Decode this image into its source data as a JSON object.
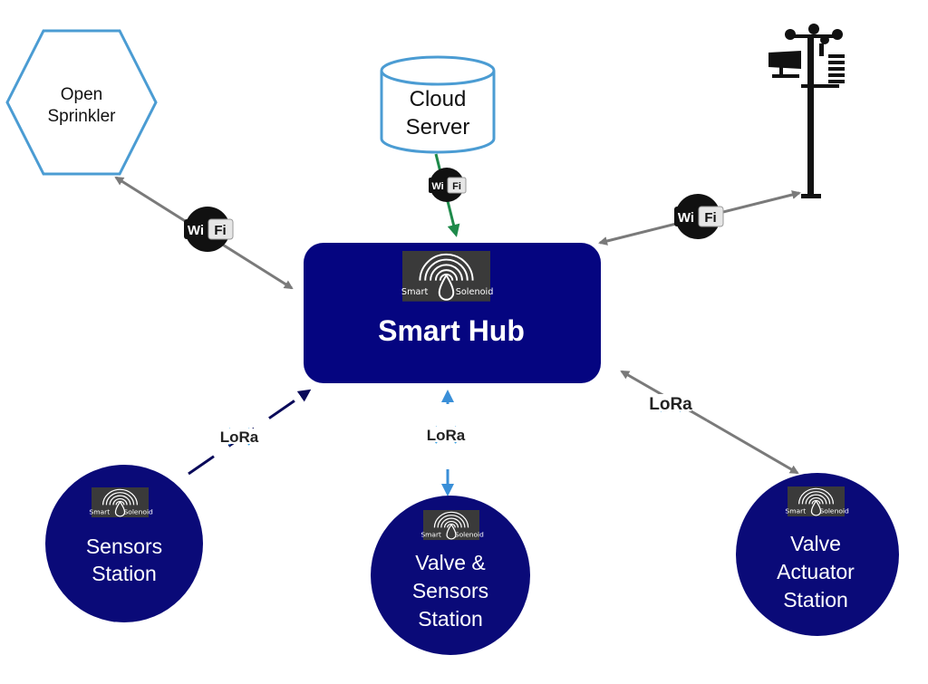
{
  "nodes": {
    "open_sprinkler": {
      "line1": "Open",
      "line2": "Sprinkler"
    },
    "cloud_server": {
      "line1": "Cloud",
      "line2": "Server"
    },
    "smart_hub": {
      "title": "Smart Hub"
    },
    "sensors_station": {
      "line1": "Sensors",
      "line2": "Station"
    },
    "valve_sensors_station": {
      "line1": "Valve &",
      "line2": "Sensors",
      "line3": "Station"
    },
    "valve_actuator_station": {
      "line1": "Valve",
      "line2": "Actuator",
      "line3": "Station"
    },
    "weather_station": {
      "icon": "weather-station-icon"
    }
  },
  "logo": {
    "left": "Smart",
    "right": "Solenoid"
  },
  "badges": {
    "wifi": {
      "left": "Wi",
      "right": "Fi"
    },
    "lora": {
      "text": "LoRa"
    }
  },
  "colors": {
    "hub_fill": "#050580",
    "station_fill": "#0a0a78",
    "hexagon_stroke": "#4b9cd3",
    "cylinder_stroke": "#4b9cd3",
    "wifi_arrow": "#7a7a7a",
    "cloud_arrow": "#1e8a4a",
    "sensors_arrow": "#0a0a5a",
    "valve_sensors_arrow": "#3a8fd8",
    "lora_wave": "#3aa0e0"
  }
}
